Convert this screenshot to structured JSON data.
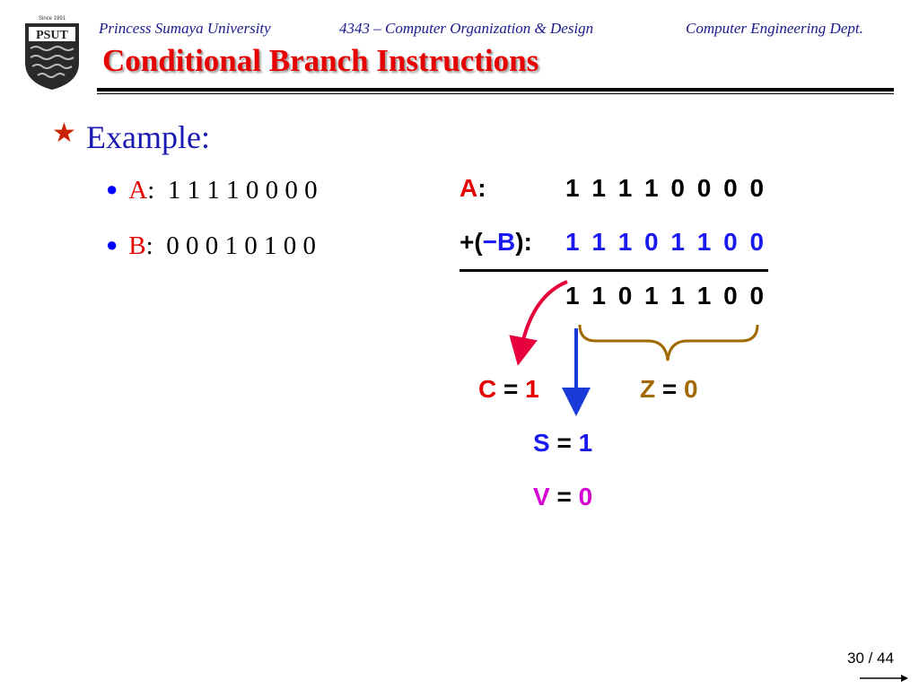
{
  "header": {
    "university": "Princess Sumaya University",
    "course": "4343 – Computer Organization & Design",
    "department": "Computer Engineering Dept.",
    "logo_text": "PSUT",
    "logo_since": "Since 1991"
  },
  "title": "Conditional Branch Instructions",
  "example": {
    "heading": "Example:",
    "items": [
      {
        "name": "A",
        "sep": ":",
        "bits": "1 1 1 1 0 0 0 0"
      },
      {
        "name": "B",
        "sep": ":",
        "bits": "0 0 0 1 0 1 0 0"
      }
    ]
  },
  "calculation": {
    "a_label": "A",
    "a_colon": ":",
    "a_bits": "1 1 1 1 0 0 0 0",
    "negb_plus": "+",
    "negb_open": "(",
    "negb_label": "−B",
    "negb_close": "):",
    "negb_bits": "1 1 1 0 1 1 0 0",
    "result_bits": "1 1 0 1 1 1 0 0"
  },
  "flags": {
    "c": {
      "name": "C",
      "eq": "=",
      "value": "1"
    },
    "z": {
      "name": "Z",
      "eq": "=",
      "value": "0"
    },
    "s": {
      "name": "S",
      "eq": "=",
      "value": "1"
    },
    "v": {
      "name": "V",
      "eq": "=",
      "value": "0"
    }
  },
  "colors": {
    "title_red": "#e60000",
    "blue": "#1a1af0",
    "olive": "#a06a00",
    "magenta": "#d400d4",
    "header_blue": "#1a1a8c"
  },
  "page": {
    "current": "30",
    "sep": "/",
    "total": "44"
  }
}
